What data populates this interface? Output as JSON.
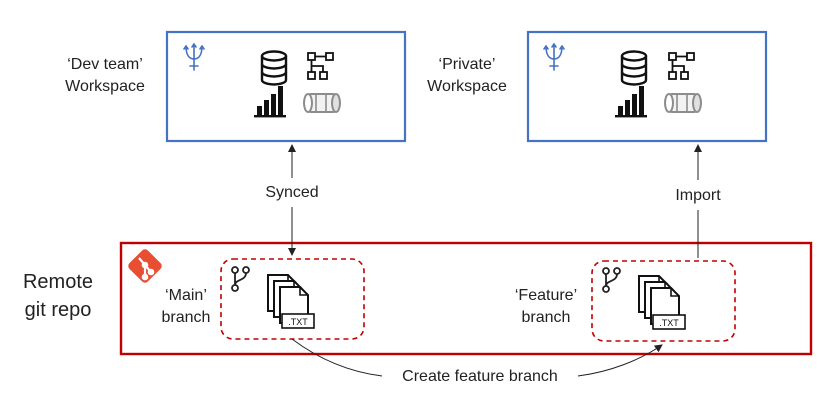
{
  "workspaces": {
    "dev": {
      "label_line1": "‘Dev team’",
      "label_line2": "Workspace"
    },
    "private": {
      "label_line1": "‘Private’",
      "label_line2": "Workspace"
    }
  },
  "repo": {
    "label_line1": "Remote",
    "label_line2": "git repo"
  },
  "branches": {
    "main": {
      "label_line1": "‘Main’",
      "label_line2": "branch",
      "file_ext": ".TXT"
    },
    "feature": {
      "label_line1": "‘Feature’",
      "label_line2": "branch",
      "file_ext": ".TXT"
    }
  },
  "connections": {
    "synced": "Synced",
    "import": "Import",
    "create_feature_branch": "Create feature branch"
  },
  "colors": {
    "workspace_border": "#4472c4",
    "repo_border": "#c00000",
    "git_logo": "#e84e31",
    "arrow": "#222222"
  },
  "icons": [
    "trident-icon",
    "database-icon",
    "hierarchy-icon",
    "bar-chart-icon",
    "dataflow-icon",
    "git-logo-icon",
    "branch-icon",
    "file-stack-icon"
  ]
}
